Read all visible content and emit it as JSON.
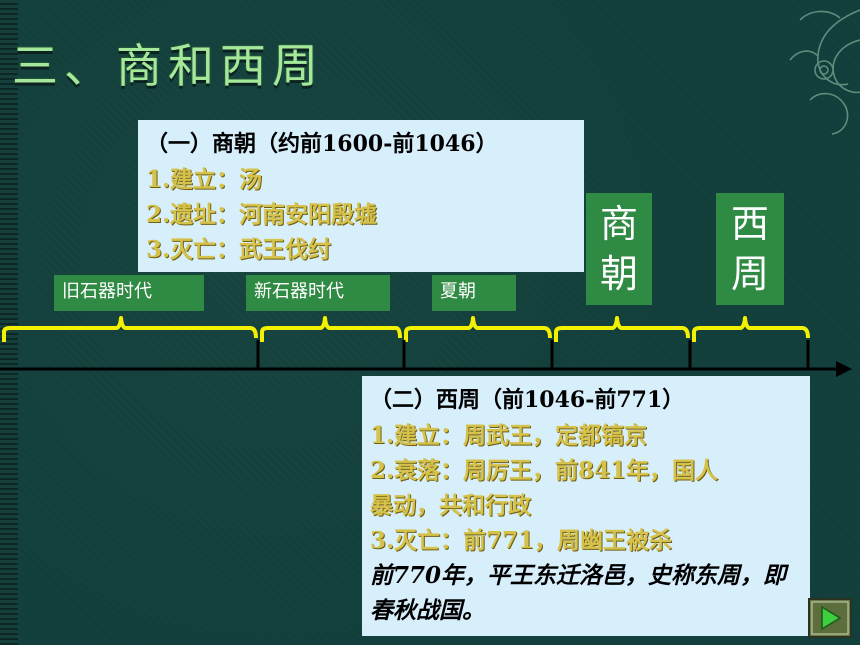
{
  "title": "三、商和西周",
  "shang": {
    "heading": "（一）商朝（约前1600-前1046）",
    "items": [
      "1.建立：汤",
      "2.遗址：河南安阳殷墟",
      "3.灭亡：武王伐纣"
    ]
  },
  "zhou": {
    "heading": "（二）西周（前1046-前771）",
    "items": [
      "1.建立：周武王，定都镐京",
      "2.衰落：周厉王，前841年，国人",
      "暴动，共和行政",
      "3.灭亡：前771，周幽王被杀"
    ],
    "note": "前770年，平王东迁洛邑，史称东周，即春秋战国。"
  },
  "timeline": {
    "labels": [
      "旧石器时代",
      "新石器时代",
      "夏朝"
    ],
    "shang_label": [
      "商",
      "朝"
    ],
    "zhou_label": [
      "西",
      "周"
    ]
  },
  "colors": {
    "background": "#123f3b",
    "title": "#a6e89a",
    "panel": "#d7eefb",
    "highlight_text": "#d6c24a",
    "label_bg": "#2f8a43",
    "brace": "#f3f000"
  },
  "nav": {
    "icon": "play-next-icon"
  }
}
